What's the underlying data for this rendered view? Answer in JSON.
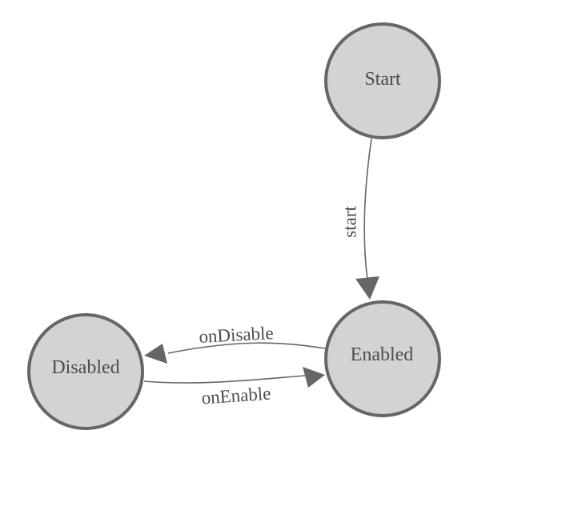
{
  "diagram": {
    "type": "state-machine",
    "colors": {
      "background": "#ffffff",
      "node_fill": "#d3d3d3",
      "node_stroke": "#666666",
      "edge": "#666666",
      "text": "#4d4d4d"
    },
    "nodes": [
      {
        "id": "start",
        "label": "Start"
      },
      {
        "id": "enabled",
        "label": "Enabled"
      },
      {
        "id": "disabled",
        "label": "Disabled"
      }
    ],
    "edges": [
      {
        "from": "Start",
        "to": "Enabled",
        "label": "start"
      },
      {
        "from": "Enabled",
        "to": "Disabled",
        "label": "onDisable"
      },
      {
        "from": "Disabled",
        "to": "Enabled",
        "label": "onEnable"
      }
    ]
  }
}
